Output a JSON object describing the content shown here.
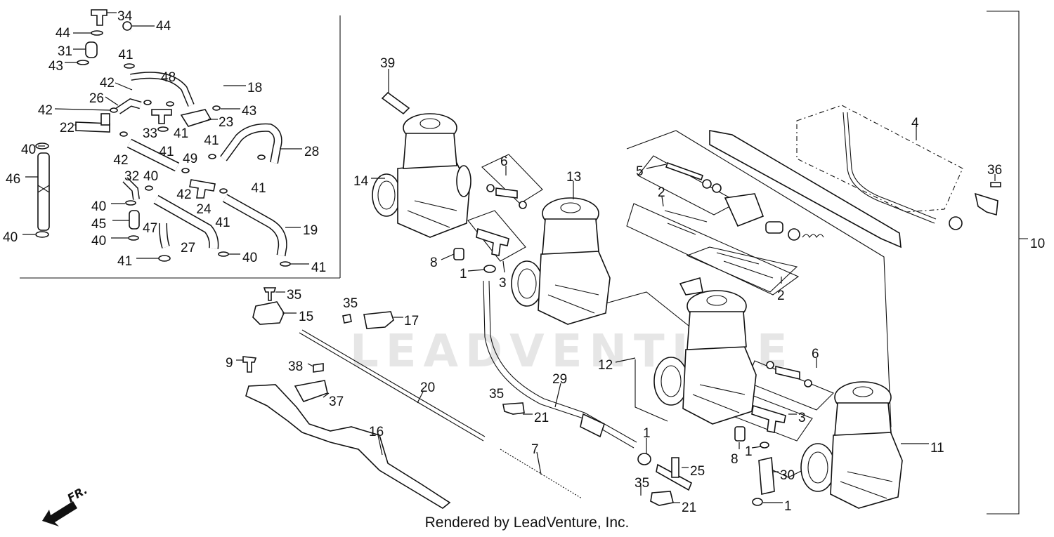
{
  "watermark": "LEADVENTURE",
  "footer": "Rendered by LeadVenture, Inc.",
  "direction_label": "FR.",
  "callouts": [
    {
      "id": "34",
      "text": "34"
    },
    {
      "id": "44a",
      "text": "44"
    },
    {
      "id": "44b",
      "text": "44"
    },
    {
      "id": "31",
      "text": "31"
    },
    {
      "id": "43a",
      "text": "43"
    },
    {
      "id": "41a",
      "text": "41"
    },
    {
      "id": "42a",
      "text": "42"
    },
    {
      "id": "48",
      "text": "48"
    },
    {
      "id": "18",
      "text": "18"
    },
    {
      "id": "26",
      "text": "26"
    },
    {
      "id": "43b",
      "text": "43"
    },
    {
      "id": "42b",
      "text": "42"
    },
    {
      "id": "23",
      "text": "23"
    },
    {
      "id": "22",
      "text": "22"
    },
    {
      "id": "33",
      "text": "33"
    },
    {
      "id": "41b",
      "text": "41"
    },
    {
      "id": "41c",
      "text": "41"
    },
    {
      "id": "41d",
      "text": "41"
    },
    {
      "id": "28",
      "text": "28"
    },
    {
      "id": "40a",
      "text": "40"
    },
    {
      "id": "42c",
      "text": "42"
    },
    {
      "id": "49",
      "text": "49"
    },
    {
      "id": "46",
      "text": "46"
    },
    {
      "id": "32",
      "text": "32"
    },
    {
      "id": "40b",
      "text": "40"
    },
    {
      "id": "42d",
      "text": "42"
    },
    {
      "id": "41e",
      "text": "41"
    },
    {
      "id": "24",
      "text": "24"
    },
    {
      "id": "40c",
      "text": "40"
    },
    {
      "id": "41f",
      "text": "41"
    },
    {
      "id": "45",
      "text": "45"
    },
    {
      "id": "47",
      "text": "47"
    },
    {
      "id": "19",
      "text": "19"
    },
    {
      "id": "40d",
      "text": "40"
    },
    {
      "id": "27",
      "text": "27"
    },
    {
      "id": "40e",
      "text": "40"
    },
    {
      "id": "40f",
      "text": "40"
    },
    {
      "id": "41g",
      "text": "41"
    },
    {
      "id": "41h",
      "text": "41"
    },
    {
      "id": "39",
      "text": "39"
    },
    {
      "id": "14",
      "text": "14"
    },
    {
      "id": "6a",
      "text": "6"
    },
    {
      "id": "13",
      "text": "13"
    },
    {
      "id": "8a",
      "text": "8"
    },
    {
      "id": "1a",
      "text": "1"
    },
    {
      "id": "3a",
      "text": "3"
    },
    {
      "id": "35a",
      "text": "35"
    },
    {
      "id": "15",
      "text": "15"
    },
    {
      "id": "35b",
      "text": "35"
    },
    {
      "id": "17",
      "text": "17"
    },
    {
      "id": "9",
      "text": "9"
    },
    {
      "id": "38",
      "text": "38"
    },
    {
      "id": "37",
      "text": "37"
    },
    {
      "id": "20",
      "text": "20"
    },
    {
      "id": "16",
      "text": "16"
    },
    {
      "id": "35c",
      "text": "35"
    },
    {
      "id": "21a",
      "text": "21"
    },
    {
      "id": "29",
      "text": "29"
    },
    {
      "id": "7",
      "text": "7"
    },
    {
      "id": "5",
      "text": "5"
    },
    {
      "id": "2a",
      "text": "2"
    },
    {
      "id": "4",
      "text": "4"
    },
    {
      "id": "36",
      "text": "36"
    },
    {
      "id": "10",
      "text": "10"
    },
    {
      "id": "2b",
      "text": "2"
    },
    {
      "id": "12",
      "text": "12"
    },
    {
      "id": "6b",
      "text": "6"
    },
    {
      "id": "3b",
      "text": "3"
    },
    {
      "id": "8b",
      "text": "8"
    },
    {
      "id": "1b",
      "text": "1"
    },
    {
      "id": "1c",
      "text": "1"
    },
    {
      "id": "25",
      "text": "25"
    },
    {
      "id": "11",
      "text": "11"
    },
    {
      "id": "30",
      "text": "30"
    },
    {
      "id": "35d",
      "text": "35"
    },
    {
      "id": "21b",
      "text": "21"
    },
    {
      "id": "1d",
      "text": "1"
    }
  ]
}
